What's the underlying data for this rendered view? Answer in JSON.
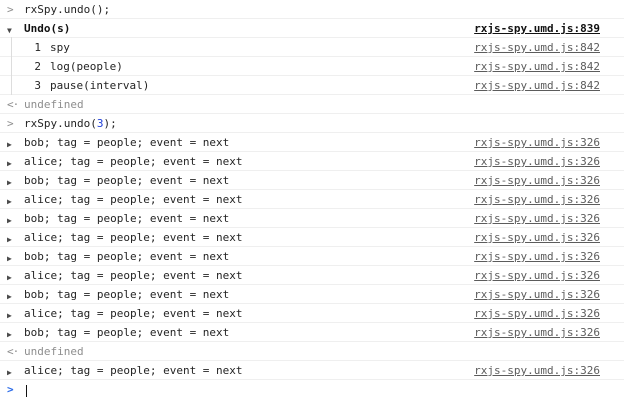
{
  "colors": {
    "background": "#ffffff",
    "separator": "#efefef",
    "text": "#242424",
    "muted": "#8e8e8e",
    "link": "#5c5c5c",
    "number_blue": "#1e3ed8",
    "prompt_blue": "#2b6be8",
    "triangle": "#4a4a4a",
    "guide": "#dddddd"
  },
  "console": {
    "icons": {
      "input_chevron": ">",
      "result_arrow": "<·",
      "expanded": "▼",
      "collapsed": "▶",
      "prompt_chevron": ">"
    },
    "rows": [
      {
        "type": "input",
        "text": "rxSpy.undo();"
      },
      {
        "type": "group",
        "text": "Undo(s)",
        "link": "rxjs-spy.umd.js:839"
      },
      {
        "type": "group-item",
        "num": "1",
        "text": "spy",
        "link": "rxjs-spy.umd.js:842"
      },
      {
        "type": "group-item",
        "num": "2",
        "text": "log(people)",
        "link": "rxjs-spy.umd.js:842"
      },
      {
        "type": "group-item",
        "num": "3",
        "text": "pause(interval)",
        "link": "rxjs-spy.umd.js:842"
      },
      {
        "type": "result",
        "text": "undefined"
      },
      {
        "type": "input",
        "parts": [
          {
            "t": "rxSpy.undo("
          },
          {
            "t": "3",
            "c": "number"
          },
          {
            "t": ");"
          }
        ]
      },
      {
        "type": "log",
        "text": "bob; tag = people; event = next",
        "link": "rxjs-spy.umd.js:326"
      },
      {
        "type": "log",
        "text": "alice; tag = people; event = next",
        "link": "rxjs-spy.umd.js:326"
      },
      {
        "type": "log",
        "text": "bob; tag = people; event = next",
        "link": "rxjs-spy.umd.js:326"
      },
      {
        "type": "log",
        "text": "alice; tag = people; event = next",
        "link": "rxjs-spy.umd.js:326"
      },
      {
        "type": "log",
        "text": "bob; tag = people; event = next",
        "link": "rxjs-spy.umd.js:326"
      },
      {
        "type": "log",
        "text": "alice; tag = people; event = next",
        "link": "rxjs-spy.umd.js:326"
      },
      {
        "type": "log",
        "text": "bob; tag = people; event = next",
        "link": "rxjs-spy.umd.js:326"
      },
      {
        "type": "log",
        "text": "alice; tag = people; event = next",
        "link": "rxjs-spy.umd.js:326"
      },
      {
        "type": "log",
        "text": "bob; tag = people; event = next",
        "link": "rxjs-spy.umd.js:326"
      },
      {
        "type": "log",
        "text": "alice; tag = people; event = next",
        "link": "rxjs-spy.umd.js:326"
      },
      {
        "type": "log",
        "text": "bob; tag = people; event = next",
        "link": "rxjs-spy.umd.js:326"
      },
      {
        "type": "result",
        "text": "undefined"
      },
      {
        "type": "log",
        "text": "alice; tag = people; event = next",
        "link": "rxjs-spy.umd.js:326"
      },
      {
        "type": "prompt"
      }
    ]
  }
}
